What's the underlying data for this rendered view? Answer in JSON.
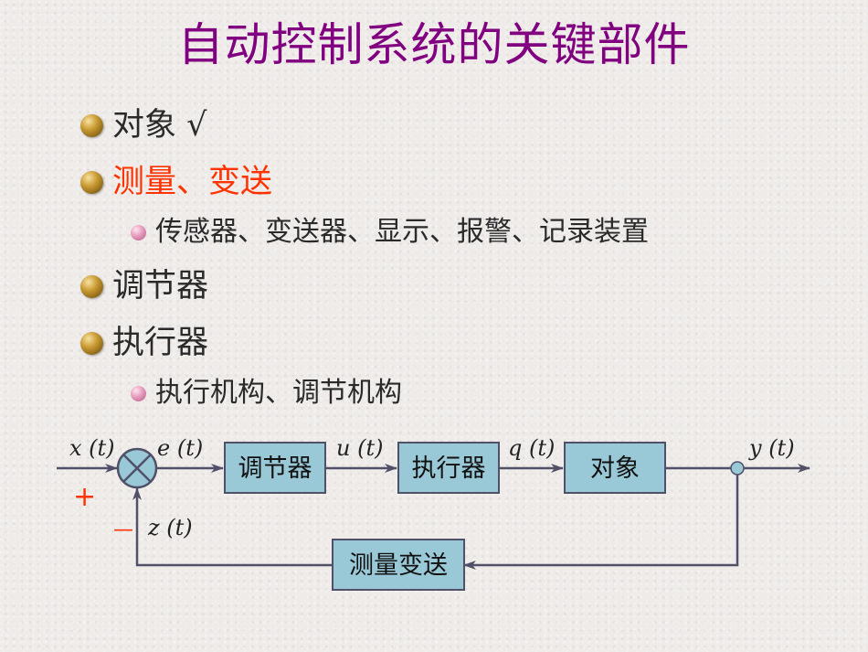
{
  "title": "自动控制系统的关键部件",
  "bullets": [
    {
      "text": "对象 √"
    },
    {
      "text": "测量、变送"
    },
    {
      "text": "传感器、变送器、显示、报警、记录装置"
    },
    {
      "text": "调节器"
    },
    {
      "text": "执行器"
    },
    {
      "text": "执行机构、调节机构"
    }
  ],
  "diagram": {
    "blocks": [
      {
        "label": "调节器"
      },
      {
        "label": "执行器"
      },
      {
        "label": "对象"
      },
      {
        "label": "测量变送"
      }
    ],
    "signals": {
      "x": "x (t)",
      "e": "e (t)",
      "u": "u (t)",
      "q": "q (t)",
      "y": "y (t)",
      "z": "z (t)"
    },
    "sign_plus": "+",
    "sign_minus": "—"
  },
  "colors": {
    "title": "#800080",
    "highlight": "#ff3300",
    "block_fill": "#99c8d6",
    "line": "#505068"
  }
}
